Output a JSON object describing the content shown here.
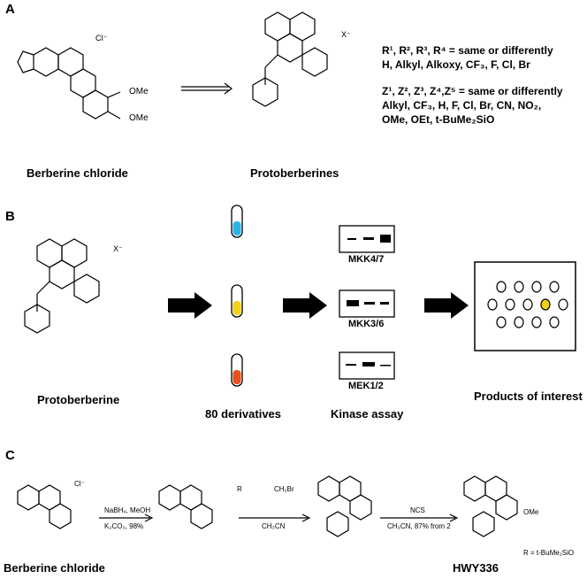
{
  "panelA": {
    "letter": "A",
    "left_label": "Berberine chloride",
    "right_label": "Protoberberines",
    "r_line1": "R¹, R², R³, R⁴ = same or differently",
    "r_line2": "H, Alkyl, Alkoxy, CF₃, F, Cl, Br",
    "z_line1": "Z¹, Z², Z³, Z⁴,Z⁵ = same or differently",
    "z_line2": "Alkyl, CF₃, H, F, Cl, Br, CN, NO₂,",
    "z_line3": "OMe, OEt, t-BuMe₂SiO",
    "chloride": "Cl⁻",
    "ome1": "OMe",
    "ome2": "OMe",
    "x_minus": "X⁻"
  },
  "panelB": {
    "letter": "B",
    "left_label": "Protoberberine",
    "derivatives_label": "80 derivatives",
    "kinase_label": "Kinase assay",
    "products_label": "Products of interest",
    "kinases": [
      "MKK4/7",
      "MKK3/6",
      "MEK1/2"
    ],
    "tube_colors": [
      "#29b5e8",
      "#f2d31a",
      "#e8501c"
    ],
    "highlight_color": "#f2d31a",
    "x_minus": "X⁻"
  },
  "panelC": {
    "letter": "C",
    "left_label": "Berberine chloride",
    "right_label": "HWY336",
    "step1_top": "NaBH₄, MeOH",
    "step1_bottom": "K₂CO₃, 98%",
    "step2_reagent": "CH₂Br",
    "step2_bottom": "CH₃CN",
    "step3_top": "NCS",
    "step3_bottom": "CH₃CN, 87% from 2",
    "r_note": "R = t-BuMe₂SiO",
    "r_label": "R",
    "ome": "OMe",
    "chloride": "Cl⁻"
  }
}
